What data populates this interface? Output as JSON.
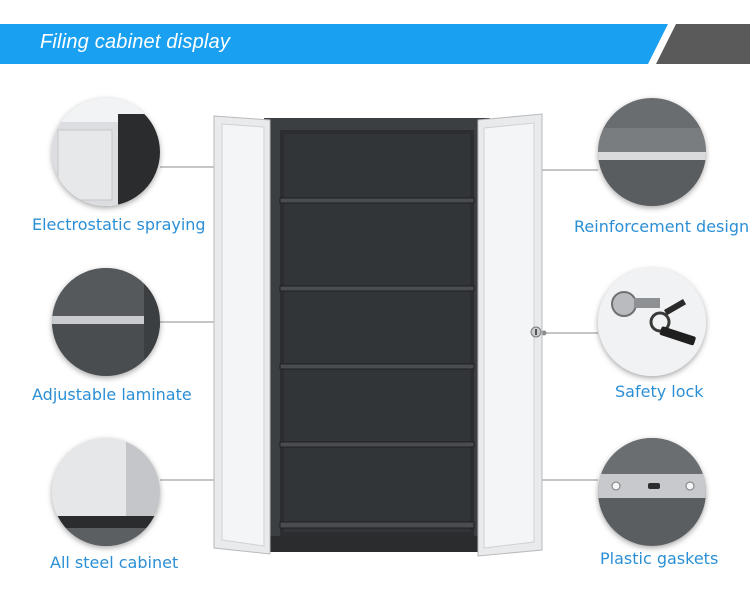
{
  "banner": {
    "title": "Filing cabinet display"
  },
  "features": {
    "electrostatic": "Electrostatic spraying",
    "adjustable": "Adjustable laminate",
    "all_steel": "All steel cabinet",
    "reinforcement": "Reinforcement design",
    "safety_lock": "Safety lock",
    "gaskets": "Plastic gaskets"
  },
  "colors": {
    "banner_blue": "#1aa0f0",
    "banner_gray": "#5a5a5a",
    "label_blue": "#2b8fd6",
    "cabinet_body": "#3c3f42",
    "door_white": "#e9eaec"
  }
}
